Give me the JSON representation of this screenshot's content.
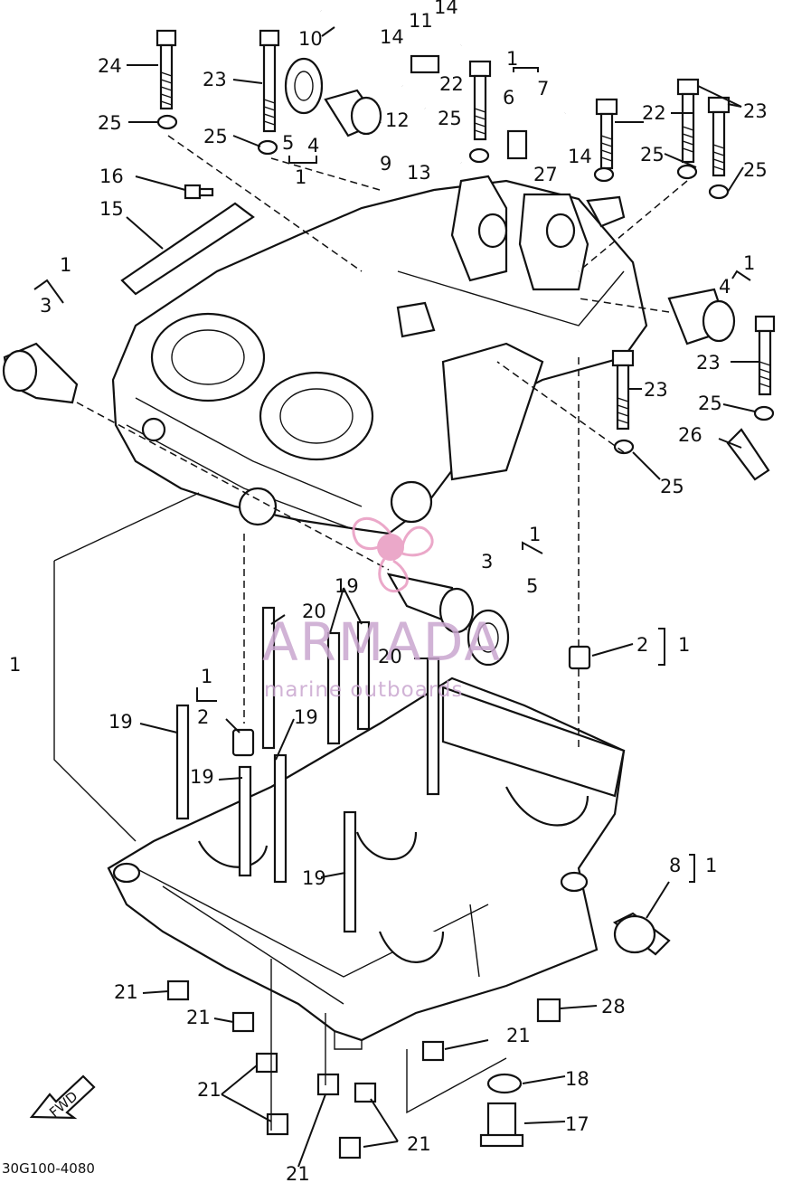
{
  "diagram": {
    "callouts": [
      {
        "id": "c24",
        "text": "24"
      },
      {
        "id": "c23a",
        "text": "23"
      },
      {
        "id": "c25a",
        "text": "25"
      },
      {
        "id": "c25b",
        "text": "25"
      },
      {
        "id": "c5a",
        "text": "5"
      },
      {
        "id": "c4a",
        "text": "4"
      },
      {
        "id": "c1a",
        "text": "1"
      },
      {
        "id": "c10",
        "text": "10"
      },
      {
        "id": "c14a",
        "text": "14"
      },
      {
        "id": "c11",
        "text": "11"
      },
      {
        "id": "c14b",
        "text": "14"
      },
      {
        "id": "c12",
        "text": "12"
      },
      {
        "id": "c9",
        "text": "9"
      },
      {
        "id": "c13",
        "text": "13"
      },
      {
        "id": "c22a",
        "text": "22"
      },
      {
        "id": "c25c",
        "text": "25"
      },
      {
        "id": "c1b",
        "text": "1"
      },
      {
        "id": "c6",
        "text": "6"
      },
      {
        "id": "c7",
        "text": "7"
      },
      {
        "id": "c14c",
        "text": "14"
      },
      {
        "id": "c22b",
        "text": "22"
      },
      {
        "id": "c23b",
        "text": "23"
      },
      {
        "id": "c25d",
        "text": "25"
      },
      {
        "id": "c25e",
        "text": "25"
      },
      {
        "id": "c27",
        "text": "27"
      },
      {
        "id": "c16",
        "text": "16"
      },
      {
        "id": "c15",
        "text": "15"
      },
      {
        "id": "c1c",
        "text": "1"
      },
      {
        "id": "c3a",
        "text": "3"
      },
      {
        "id": "c1d",
        "text": "1"
      },
      {
        "id": "c4b",
        "text": "4"
      },
      {
        "id": "c23c",
        "text": "23"
      },
      {
        "id": "c23d",
        "text": "23"
      },
      {
        "id": "c25f",
        "text": "25"
      },
      {
        "id": "c26",
        "text": "26"
      },
      {
        "id": "c25g",
        "text": "25"
      },
      {
        "id": "c1e",
        "text": "1"
      },
      {
        "id": "c3b",
        "text": "3"
      },
      {
        "id": "c5b",
        "text": "5"
      },
      {
        "id": "c19a",
        "text": "19"
      },
      {
        "id": "c20a",
        "text": "20"
      },
      {
        "id": "c20b",
        "text": "20"
      },
      {
        "id": "c2a",
        "text": "2"
      },
      {
        "id": "c1f",
        "text": "1"
      },
      {
        "id": "c1g",
        "text": "1"
      },
      {
        "id": "c1h",
        "text": "1"
      },
      {
        "id": "c2b",
        "text": "2"
      },
      {
        "id": "c19b",
        "text": "19"
      },
      {
        "id": "c19c",
        "text": "19"
      },
      {
        "id": "c19d",
        "text": "19"
      },
      {
        "id": "c19e",
        "text": "19"
      },
      {
        "id": "c8",
        "text": "8"
      },
      {
        "id": "c1i",
        "text": "1"
      },
      {
        "id": "c21a",
        "text": "21"
      },
      {
        "id": "c21b",
        "text": "21"
      },
      {
        "id": "c28",
        "text": "28"
      },
      {
        "id": "c21c",
        "text": "21"
      },
      {
        "id": "c21d",
        "text": "21"
      },
      {
        "id": "c18",
        "text": "18"
      },
      {
        "id": "c17",
        "text": "17"
      },
      {
        "id": "c21e",
        "text": "21"
      },
      {
        "id": "c21f",
        "text": "21"
      }
    ],
    "code": "30G100-4080",
    "fwd": "FWD"
  },
  "watermark": {
    "brand": "ARMADA",
    "sub": "marine outboards",
    "color": "#e89ac0"
  }
}
